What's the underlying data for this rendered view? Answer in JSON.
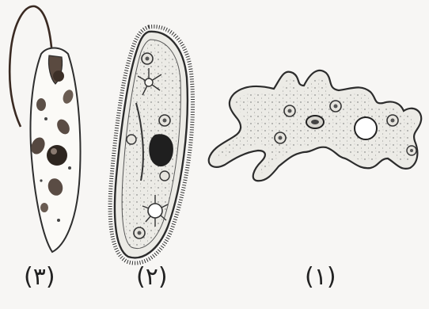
{
  "figure": {
    "organisms": [
      {
        "id": "euglena",
        "label": "(٣)"
      },
      {
        "id": "paramecium",
        "label": "(٢)"
      },
      {
        "id": "amoeba",
        "label": "(١)"
      }
    ]
  }
}
